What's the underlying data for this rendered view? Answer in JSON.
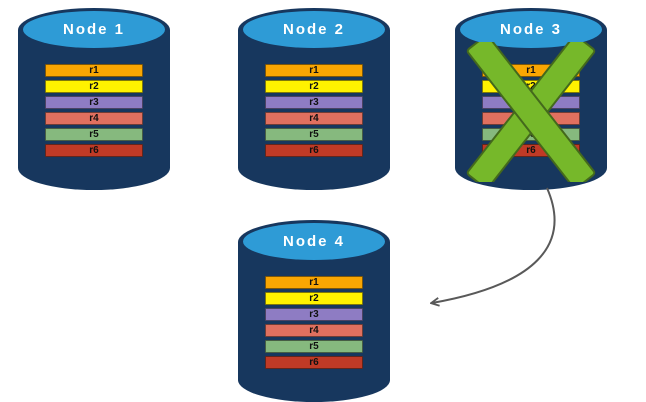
{
  "diagram": {
    "description": "Database replication diagram: Node 3 failed (green X), data re-replicated to Node 4 (arrow)",
    "nodes": [
      {
        "label": "Node 1",
        "failed": false,
        "rows": [
          "r1",
          "r2",
          "r3",
          "r4",
          "r5",
          "r6"
        ]
      },
      {
        "label": "Node 2",
        "failed": false,
        "rows": [
          "r1",
          "r2",
          "r3",
          "r4",
          "r5",
          "r6"
        ]
      },
      {
        "label": "Node 3",
        "failed": true,
        "rows": [
          "r1",
          "r2",
          "r3",
          "r4",
          "r5",
          "r6"
        ]
      },
      {
        "label": "Node 4",
        "failed": false,
        "rows": [
          "r1",
          "r2",
          "r3",
          "r4",
          "r5",
          "r6"
        ]
      }
    ],
    "row_colors": {
      "r1": "#F9A602",
      "r2": "#FFF200",
      "r3": "#8E7CC3",
      "r4": "#E0705F",
      "r5": "#86B97E",
      "r6": "#C03A26"
    },
    "colors": {
      "cylinder_body": "#17375E",
      "cylinder_top": "#2E9BD6",
      "node_label_text": "#FFFFFF",
      "row_text": "#111111",
      "fail_x_fill": "#76B82A",
      "fail_x_stroke": "#44691C",
      "arrow": "#595959"
    }
  }
}
